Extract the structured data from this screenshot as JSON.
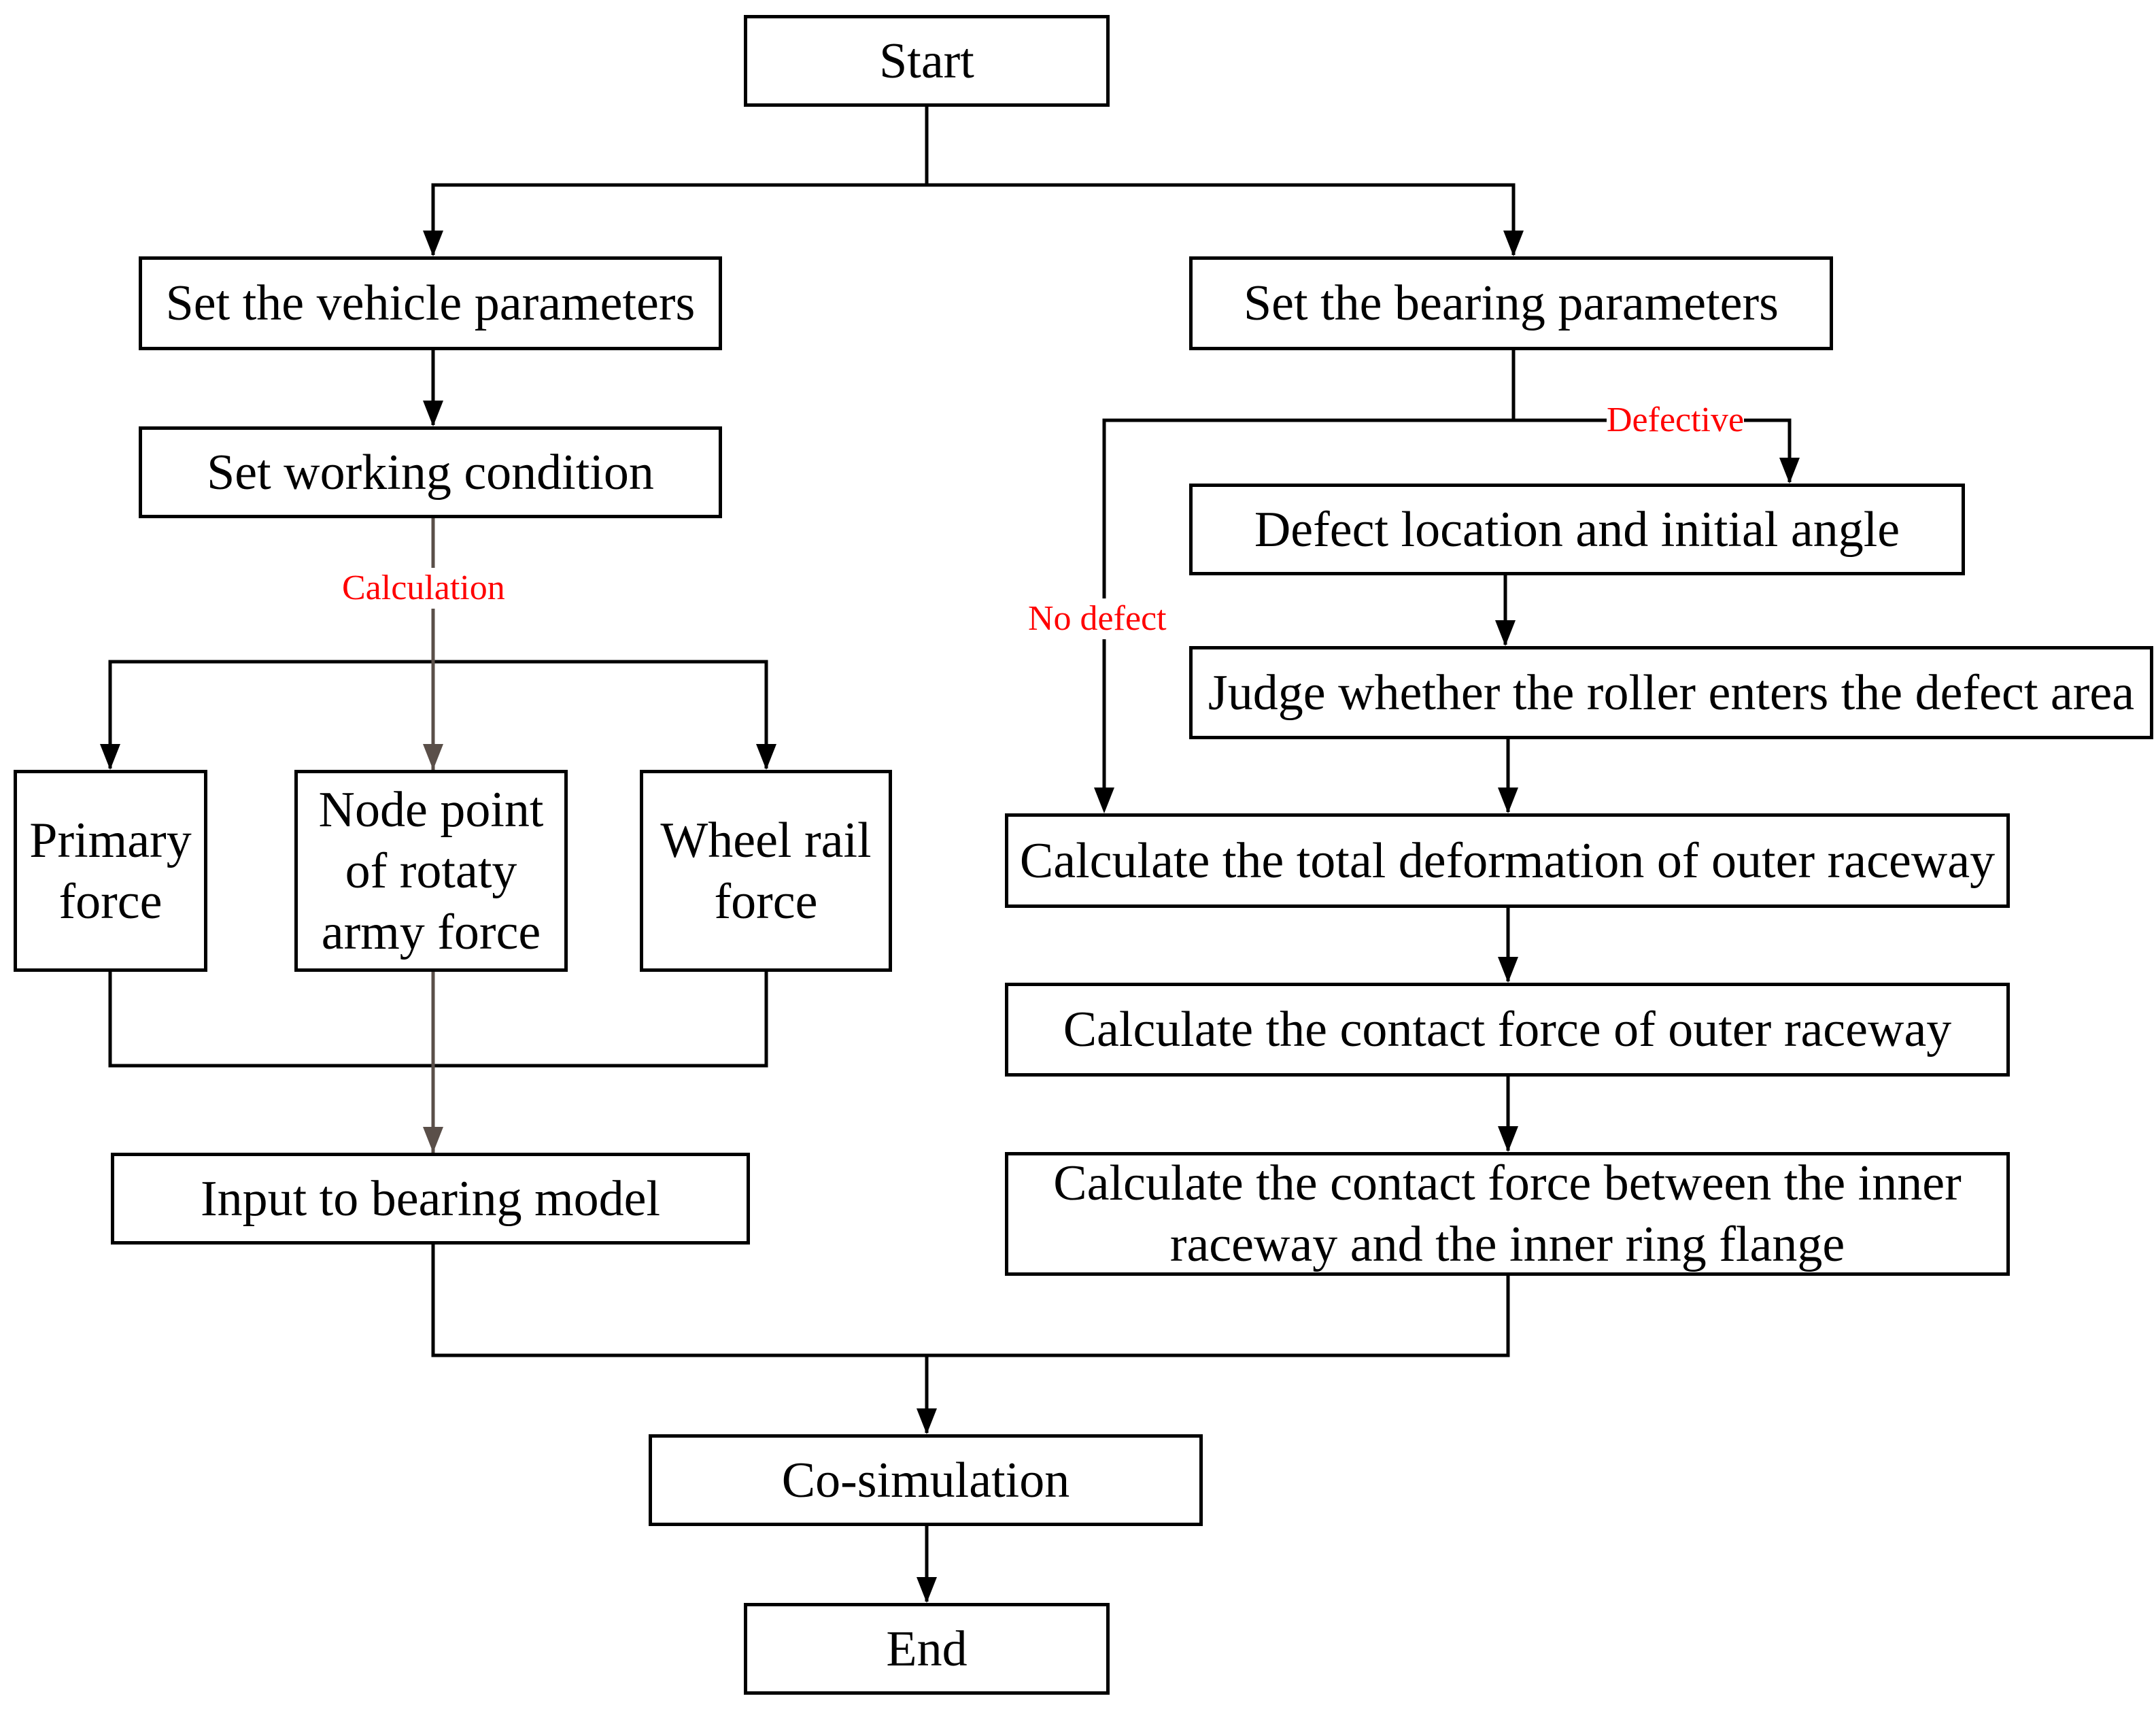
{
  "colors": {
    "line": "#000000",
    "calc_line": "#5a4f49",
    "label": "#ff0000"
  },
  "nodes": {
    "start": "Start",
    "vehicle": "Set the vehicle parameters",
    "bearing": "Set the bearing parameters",
    "working": "Set working condition",
    "defect_loc": "Defect location and initial angle",
    "judge": "Judge whether the roller enters the defect area",
    "primary": "Primary\nforce",
    "node_point": "Node point\nof rotaty\narmy force",
    "wheel_rail": "Wheel rail\nforce",
    "total_def": "Calculate the total deformation of outer raceway",
    "contact_outer": "Calculate the contact force of outer raceway",
    "input_model": "Input to bearing model",
    "contact_inner": "Calculate the contact force between the inner\nraceway and the inner ring flange",
    "cosim": "Co-simulation",
    "end": "End"
  },
  "labels": {
    "calculation": "Calculation",
    "defective": "Defective",
    "no_defect": "No defect"
  }
}
